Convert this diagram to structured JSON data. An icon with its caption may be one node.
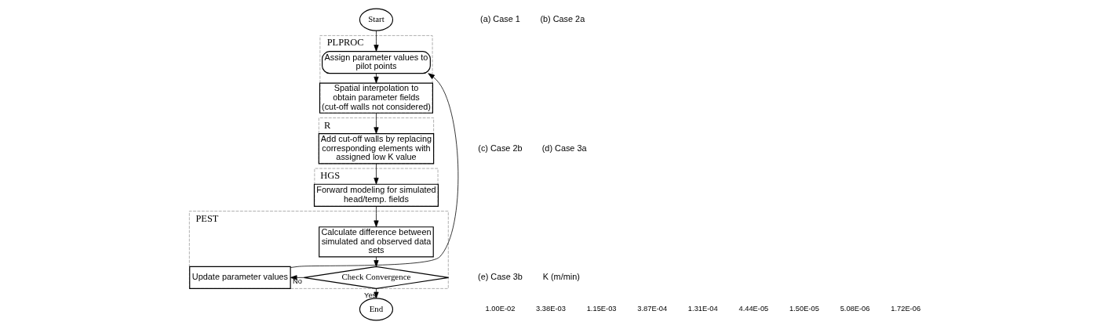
{
  "diagram": {
    "nodes": [
      {
        "text": [
          "Start"
        ]
      },
      {
        "text": [
          "PLPROC"
        ]
      },
      {
        "text": [
          "Assign parameter values to pilot points"
        ],
        "in": 1
      },
      {
        "text": [
          "Spatial interpolation to obtain parameter fields (cut-off walls not considered)"
        ],
        "in": 1
      },
      {
        "text": [
          "R"
        ]
      },
      {
        "text": [
          "Add cut-off walls by replacing corresponding elements with assigned low K value"
        ],
        "in": 4
      },
      {
        "text": [
          "HGS"
        ]
      },
      {
        "text": [
          "Forward modeling for simulated head/temp. fields"
        ],
        "in": 6
      },
      {
        "text": [
          "PEST"
        ]
      },
      {
        "text": [
          "Calculate difference between simulated and observed data sets"
        ],
        "in": 8
      },
      {
        "text": [
          "Update parameter values"
        ],
        "in": 8
      },
      {
        "text": [
          "Check Convergence"
        ],
        "in": 8
      },
      {
        "text": [
          "End"
        ]
      }
    ],
    "edges": [
      {
        "from": 0,
        "to": 2,
        "arrow": "to"
      },
      {
        "from": 2,
        "to": 3,
        "arrow": "to"
      },
      {
        "from": 3,
        "to": 5,
        "arrow": "to"
      },
      {
        "from": 5,
        "to": 7,
        "arrow": "to"
      },
      {
        "from": 7,
        "to": 9,
        "arrow": "to"
      },
      {
        "from": 9,
        "to": 11,
        "arrow": "to"
      },
      {
        "from": 11,
        "to": 12,
        "label": "Yes",
        "arrow": "to"
      },
      {
        "from": 11,
        "to": 10,
        "label": "No",
        "arrow": "to"
      },
      {
        "from": 10,
        "to": 2,
        "arrow": "to"
      }
    ],
    "labels": [
      "(a) Case 1",
      "(b) Case 2a",
      "(c) Case 2b",
      "(d) Case 3a",
      "(e) Case 3b",
      "K (m/min)",
      "1.00E-02",
      "3.38E-03",
      "1.15E-03",
      "3.87E-04",
      "1.31E-04",
      "4.44E-05",
      "1.50E-05",
      "5.08E-06",
      "1.72E-06"
    ]
  }
}
